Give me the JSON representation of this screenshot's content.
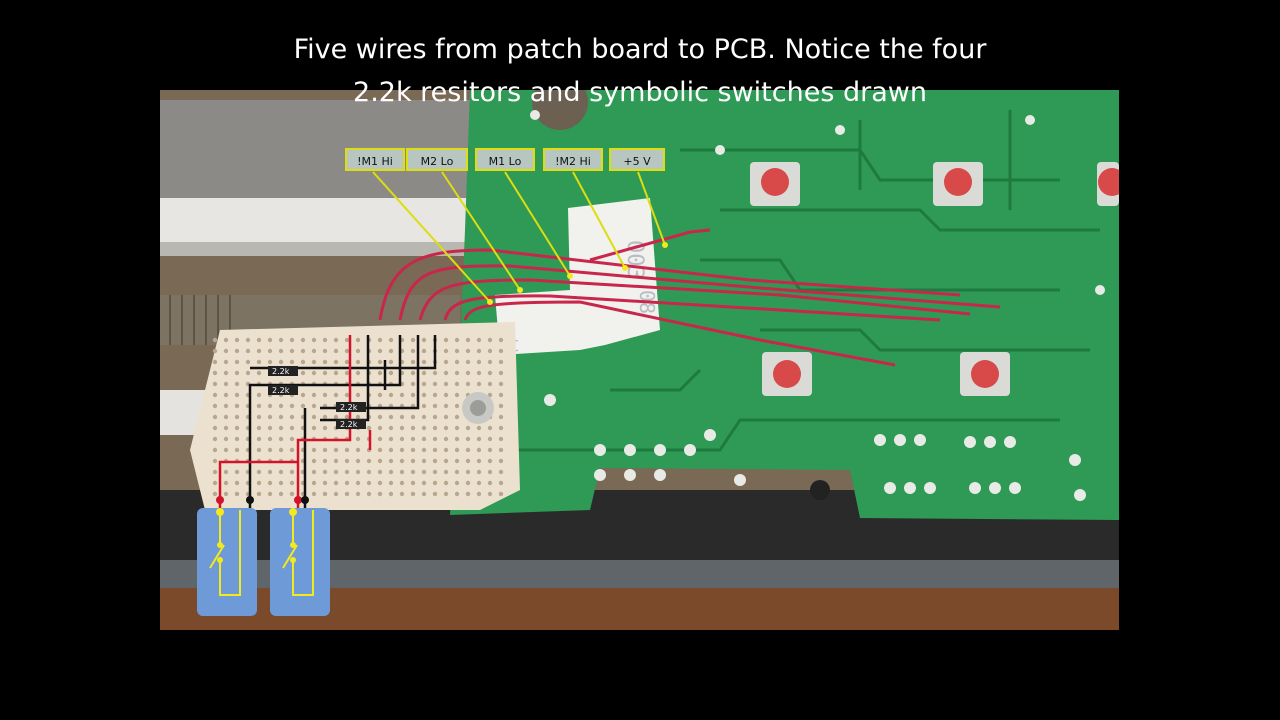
{
  "caption": {
    "line1": "Five wires from patch board to PCB. Notice the four",
    "line2": "2.2k resitors and symbolic switches drawn"
  },
  "callouts": [
    "!M1 Hi",
    "M2 Lo",
    "M1 Lo",
    "!M2 Hi",
    "+5 V"
  ],
  "resistors": [
    "2.2k",
    "2.2k",
    "2.2k",
    "2.2k"
  ],
  "sticker_text": [
    "003",
    "08",
    "18"
  ],
  "colors": {
    "pcb_green": "#2e9a55",
    "wire_red": "#c8264a",
    "callout_yellow": "#dddd10",
    "switch_blue": "#6f9ad8",
    "perfboard": "#ece1cf"
  }
}
